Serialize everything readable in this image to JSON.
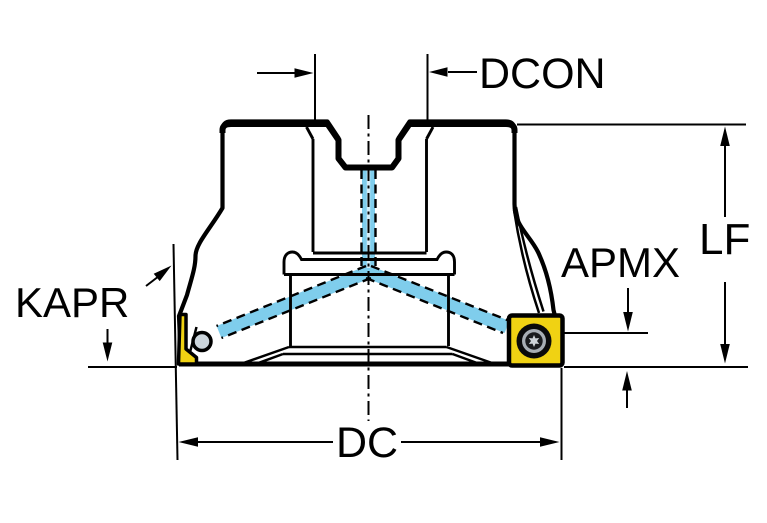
{
  "diagram": {
    "type": "technical-drawing",
    "subject": "face milling cutter side view with dimension callouts",
    "labels": {
      "dcon": "DCON",
      "lf": "LF",
      "apmx": "APMX",
      "kapr": "KAPR",
      "dc": "DC"
    },
    "colors": {
      "background": "#ffffff",
      "body": "#bdc8d1",
      "insert": "#f0d213",
      "coolant": "#7fcdec",
      "coolant_core": "#d6eef8",
      "outline": "#000000",
      "screw_ring": "#a8aeb4",
      "screw_dark": "#1a1b1d",
      "screw_center": "#ced3d7",
      "hole": "#ccd5dc"
    }
  }
}
